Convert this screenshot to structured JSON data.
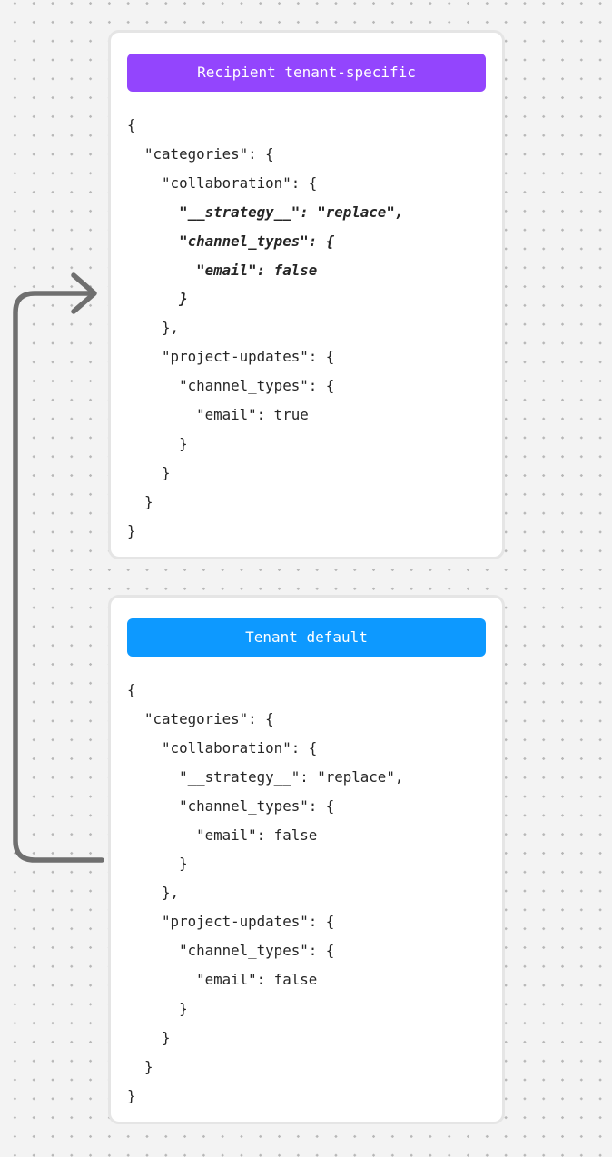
{
  "diagram": {
    "background_color": "#f3f3f3",
    "dot_color": "#b7b7b7",
    "arrow": {
      "description": "curved connector from tenant-default card up to recipient-tenant-specific card",
      "color": "#6f6f6f"
    }
  },
  "cards": [
    {
      "badge": {
        "label": "Recipient tenant-specific",
        "color": "#9345fd",
        "text_color": "#ffffff"
      },
      "code": {
        "lines": [
          {
            "text": "{"
          },
          {
            "text": "  \"categories\": {"
          },
          {
            "text": "    \"collaboration\": {"
          },
          {
            "text": "      \"__strategy__\": \"replace\",",
            "em": true
          },
          {
            "text": "      \"channel_types\": {",
            "em": true
          },
          {
            "text": "        \"email\": false",
            "em": true
          },
          {
            "text": "      }",
            "em": true
          },
          {
            "text": "    },"
          },
          {
            "text": "    \"project-updates\": {"
          },
          {
            "text": "      \"channel_types\": {"
          },
          {
            "text": "        \"email\": true"
          },
          {
            "text": "      }"
          },
          {
            "text": "    }"
          },
          {
            "text": "  }"
          },
          {
            "text": "}"
          }
        ]
      }
    },
    {
      "badge": {
        "label": "Tenant default",
        "color": "#0d99ff",
        "text_color": "#ffffff"
      },
      "code": {
        "lines": [
          {
            "text": "{"
          },
          {
            "text": "  \"categories\": {"
          },
          {
            "text": "    \"collaboration\": {"
          },
          {
            "text": "      \"__strategy__\": \"replace\","
          },
          {
            "text": "      \"channel_types\": {"
          },
          {
            "text": "        \"email\": false"
          },
          {
            "text": "      }"
          },
          {
            "text": "    },"
          },
          {
            "text": "    \"project-updates\": {"
          },
          {
            "text": "      \"channel_types\": {"
          },
          {
            "text": "        \"email\": false"
          },
          {
            "text": "      }"
          },
          {
            "text": "    }"
          },
          {
            "text": "  }"
          },
          {
            "text": "}"
          }
        ]
      }
    }
  ]
}
